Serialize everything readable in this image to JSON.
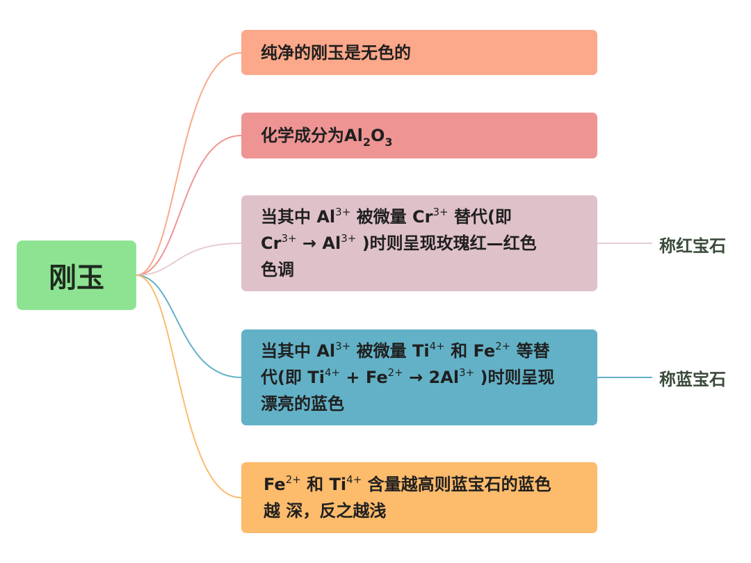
{
  "root": {
    "label": "刚玉"
  },
  "branches": [
    {
      "color": "#f9a98a",
      "line1": "纯净的刚玉是无色的"
    },
    {
      "color": "#ee9594",
      "prefix": "化学成分为",
      "el1": "Al",
      "sub1": "2",
      "el2": "O",
      "sub2": "3"
    },
    {
      "color": "#e6ccd2",
      "line1": {
        "a": "当其中 ",
        "ion1": "Al",
        "ion1_sup": "3+",
        "b": " 被微量 ",
        "ion2": "Cr",
        "ion2_sup": "3+",
        "c": " 替代(即"
      },
      "line2": {
        "ion1": "Cr",
        "ion1_sup": "3+",
        "arrow": " → ",
        "ion2": "Al",
        "ion2_sup": "3+",
        "rest": " )时则呈现玫瑰红—红色"
      },
      "line3": "色调",
      "leaf": "称红宝石"
    },
    {
      "color": "#63b1c7",
      "line1": {
        "a": "当其中 ",
        "ion1": "Al",
        "ion1_sup": "3+",
        "b": " 被微量 ",
        "ion2": "Ti",
        "ion2_sup": "4+",
        "c": " 和 ",
        "ion3": "Fe",
        "ion3_sup": "2+",
        "d": " 等替"
      },
      "line2": {
        "a": "代(即 ",
        "ion1": "Ti",
        "ion1_sup": "4+",
        "plus": " + ",
        "ion2": "Fe",
        "ion2_sup": "2+",
        "arrow": " → ",
        "ion3": "2Al",
        "ion3_sup": "3+",
        "rest": " )时则呈现"
      },
      "line3": "漂亮的蓝色",
      "leaf": "称蓝宝石"
    },
    {
      "color": "#fdbb6c",
      "line1": {
        "ion1": "Fe",
        "ion1_sup": "2+",
        "a": " 和 ",
        "ion2": "Ti",
        "ion2_sup": "4+",
        "b": " 含量越高则蓝宝石的蓝色"
      },
      "line2": "越 深，反之越浅"
    }
  ]
}
